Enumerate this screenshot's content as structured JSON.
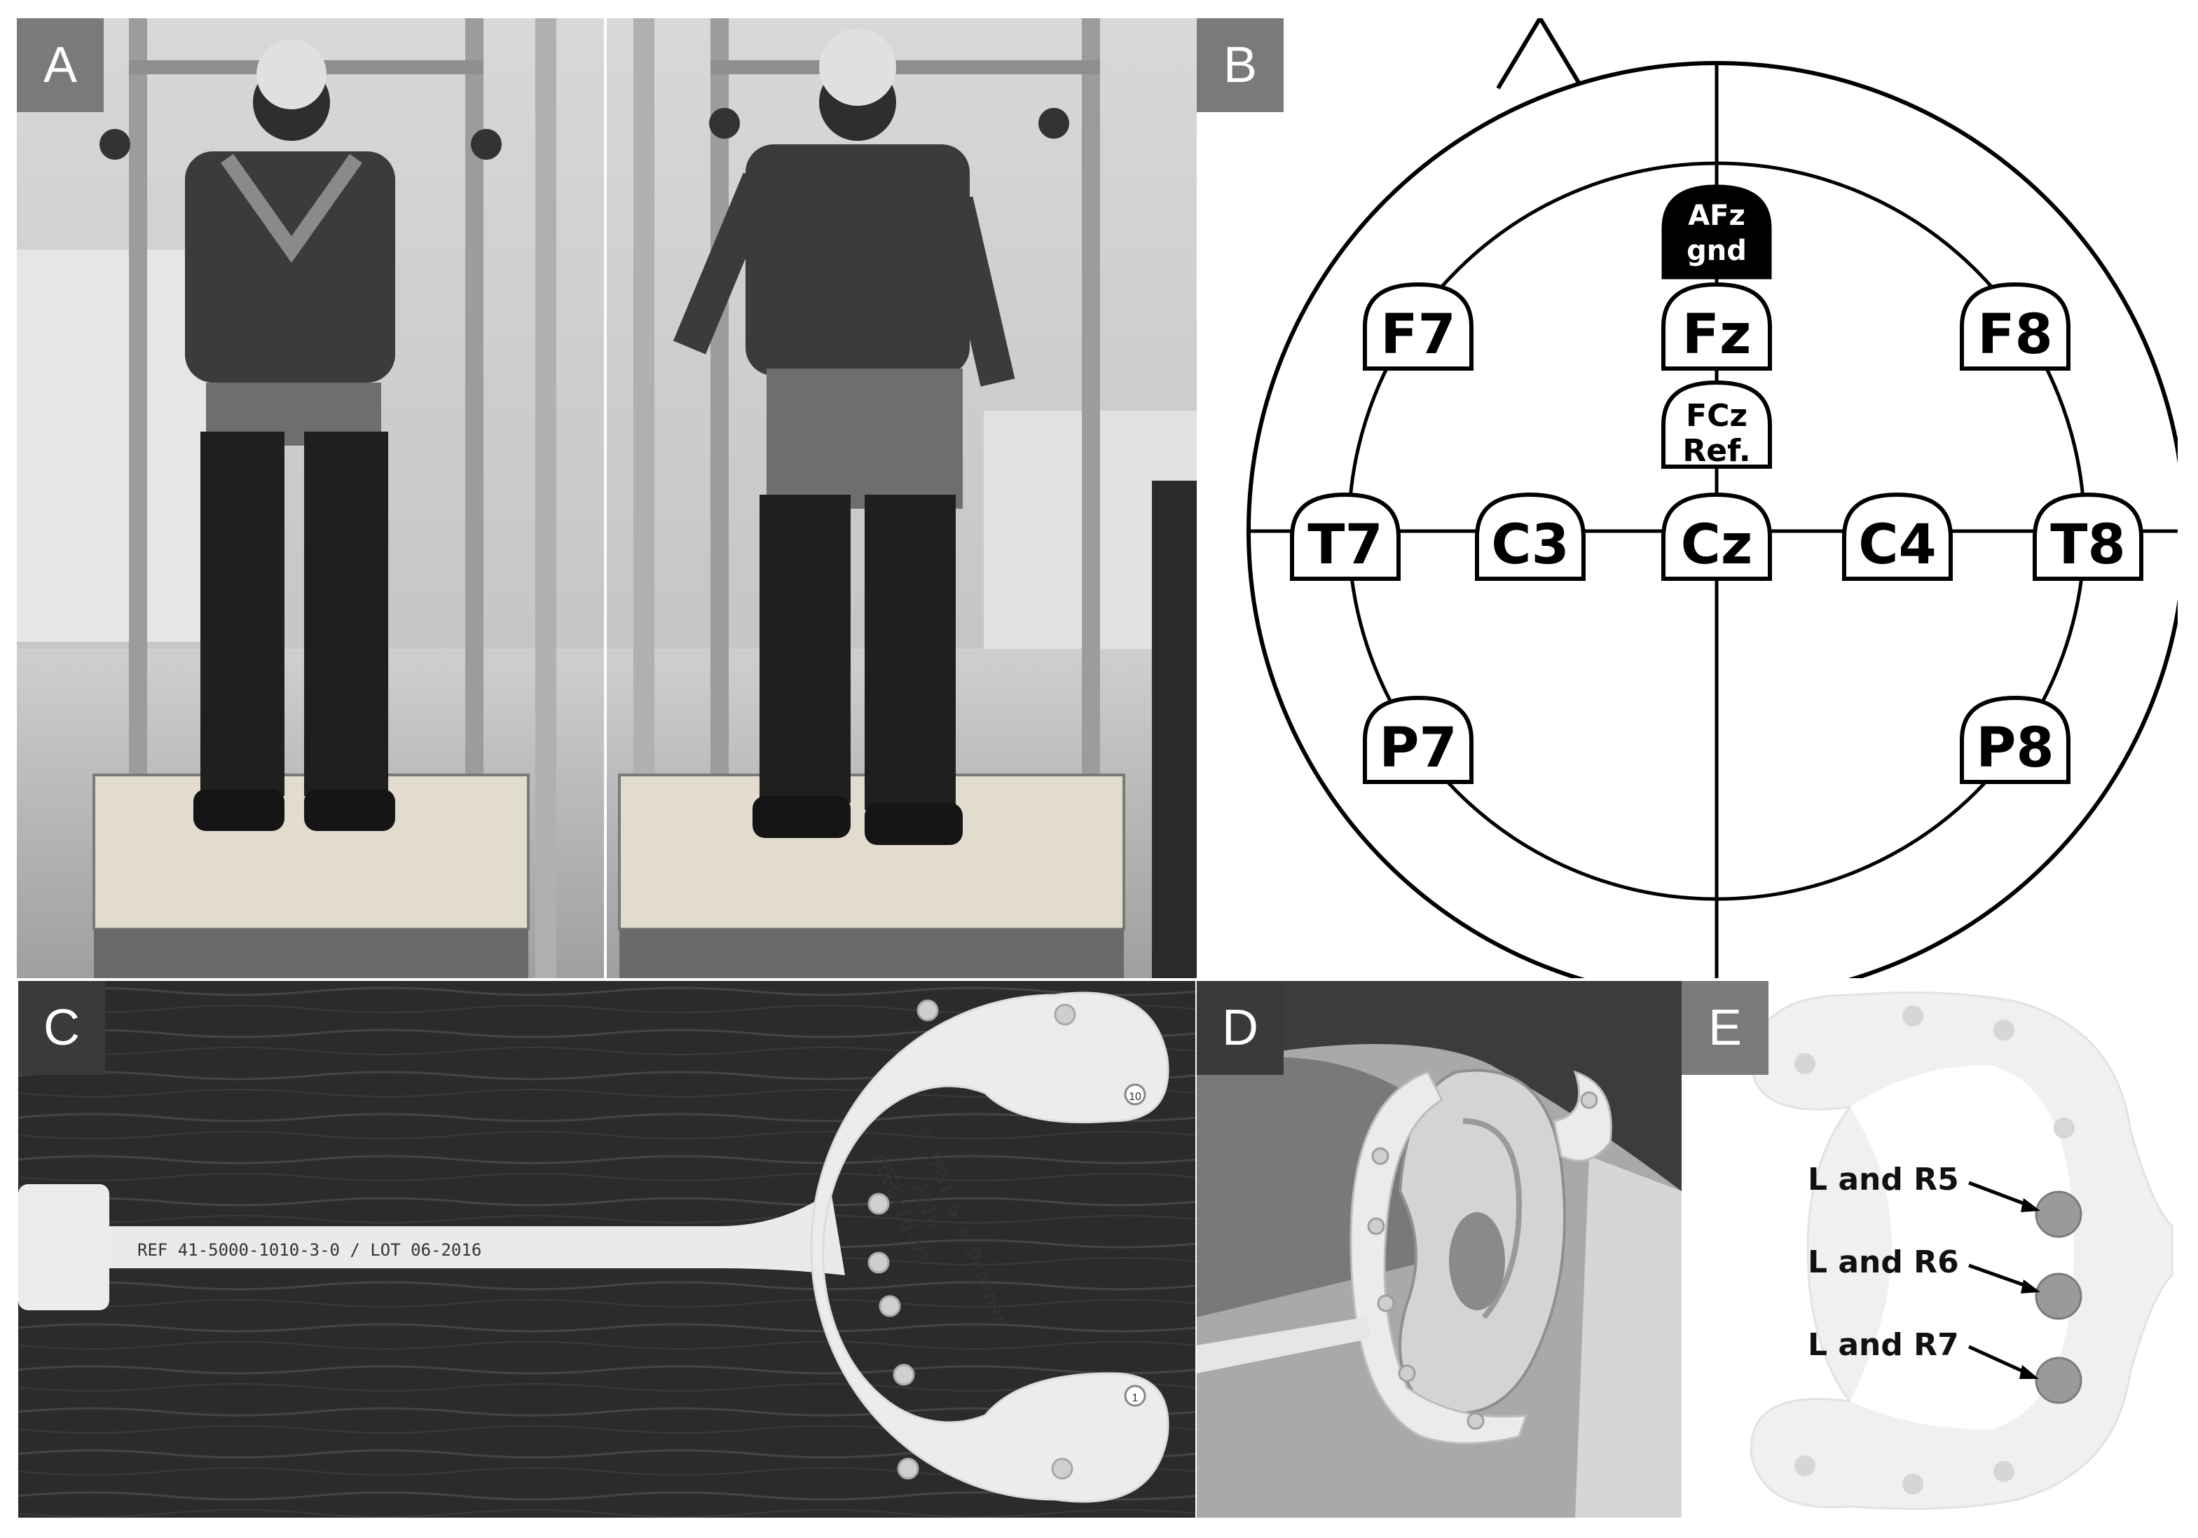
{
  "panels": {
    "a": {
      "tag": "A"
    },
    "b": {
      "tag": "B",
      "electrodes": {
        "afz": [
          "AFz",
          "gnd"
        ],
        "fz": "Fz",
        "fcz": [
          "FCz",
          "Ref."
        ],
        "f7": "F7",
        "f8": "F8",
        "t7": "T7",
        "c3": "C3",
        "cz": "Cz",
        "c4": "C4",
        "t8": "T8",
        "p7": "P7",
        "p8": "P8"
      }
    },
    "c": {
      "tag": "C",
      "print": {
        "ref": "REF  41-5000-1010-3-0 / LOT 06-2016",
        "line1": "® TMSi & ® Debener",
        "line2": "2016",
        "line3": "cEEGrid-V3",
        "num_top": "10",
        "num_bottom": "1"
      }
    },
    "d": {
      "tag": "D"
    },
    "e": {
      "tag": "E",
      "labels": [
        "L and R5",
        "L and R6",
        "L and R7"
      ]
    }
  }
}
